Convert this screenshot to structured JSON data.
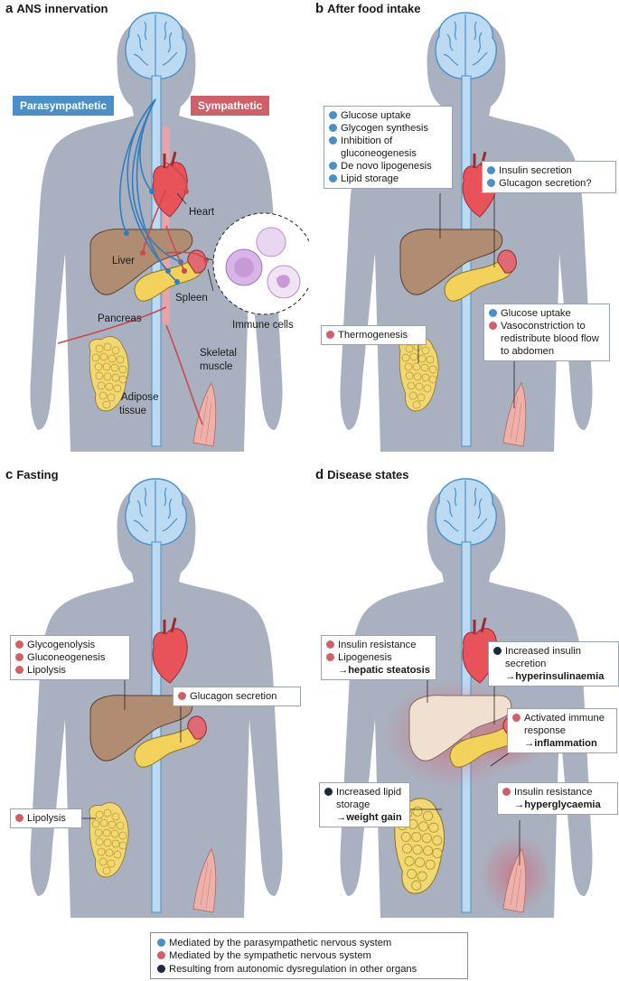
{
  "panels": {
    "a": {
      "letter": "a",
      "title": "ANS innervation",
      "parasympathetic_label": "Parasympathetic",
      "sympathetic_label": "Sympathetic",
      "organs": {
        "heart": "Heart",
        "liver": "Liver",
        "spleen": "Spleen",
        "pancreas": "Pancreas",
        "immune_cells": "Immune cells",
        "skeletal_muscle_1": "Skeletal",
        "skeletal_muscle_2": "muscle",
        "adipose_1": "Adipose",
        "adipose_2": "tissue"
      }
    },
    "b": {
      "letter": "b",
      "title": "After food intake",
      "liver_box": [
        "Glucose uptake",
        "Glycogen synthesis",
        "Inhibition of gluconeogenesis",
        "De novo lipogenesis",
        "Lipid storage"
      ],
      "pancreas_box": [
        "Insulin secretion",
        "Glucagon secretion?"
      ],
      "adipose_box": [
        "Thermogenesis"
      ],
      "muscle_box": [
        "Glucose uptake",
        "Vasoconstriction to redistribute blood flow to abdomen"
      ]
    },
    "c": {
      "letter": "c",
      "title": "Fasting",
      "liver_box": [
        "Glycogenolysis",
        "Gluconeogenesis",
        "Lipolysis"
      ],
      "pancreas_box": [
        "Glucagon secretion"
      ],
      "adipose_box": [
        "Lipolysis"
      ]
    },
    "d": {
      "letter": "d",
      "title": "Disease states",
      "liver_box": {
        "items": [
          "Insulin resistance",
          "Lipogenesis"
        ],
        "result": "hepatic steatosis"
      },
      "pancreas_box": {
        "items": [
          "Increased insulin secretion"
        ],
        "result": "hyperinsulinaemia"
      },
      "spleen_box": {
        "items": [
          "Activated immune response"
        ],
        "result": "inflammation"
      },
      "adipose_box": {
        "items": [
          "Increased lipid storage"
        ],
        "result": "weight gain"
      },
      "muscle_box": {
        "items": [
          "Insulin resistance"
        ],
        "result": "hyperglycaemia"
      }
    }
  },
  "arrow_symbol": "→",
  "legend": [
    {
      "color": "blue",
      "text": "Mediated by the parasympathetic nervous system"
    },
    {
      "color": "red",
      "text": "Mediated by the sympathetic nervous system"
    },
    {
      "color": "dark",
      "text": "Resulting from autonomic dysregulation in other organs"
    }
  ],
  "colors": {
    "parasympathetic": "#4a90c8",
    "sympathetic": "#d05f68",
    "dysregulation": "#1d2a3d",
    "body": "#a9b1c0",
    "brain": "#bcdaf2"
  }
}
